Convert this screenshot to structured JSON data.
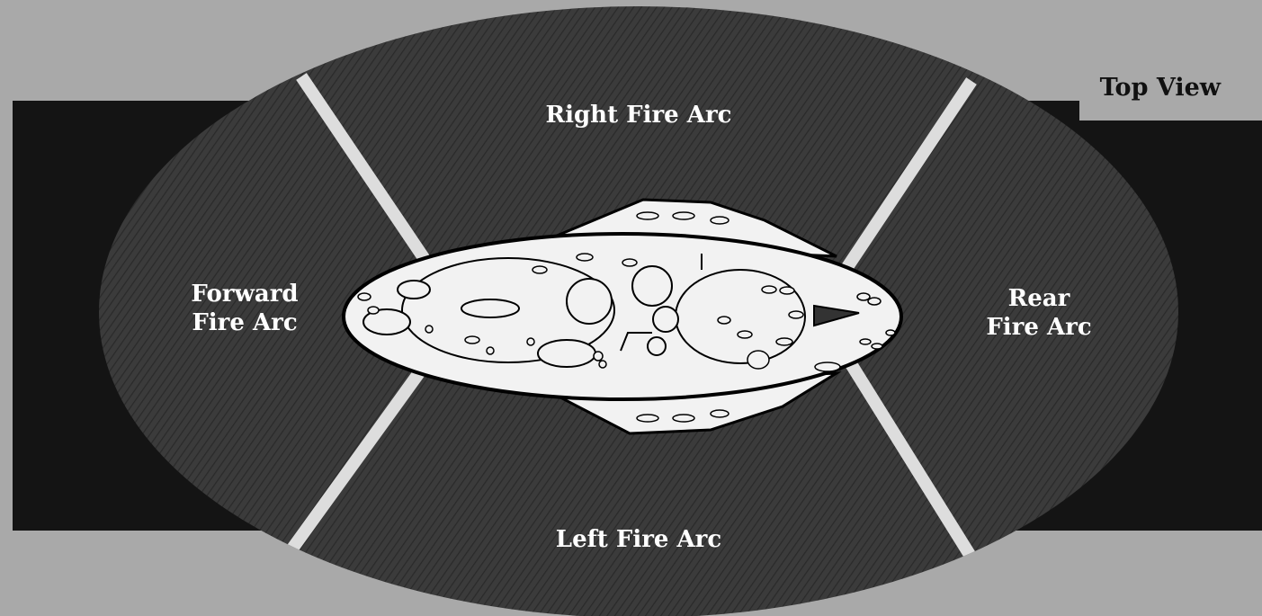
{
  "view_label": "Top View",
  "arcs": {
    "forward": {
      "line1": "Forward",
      "line2": "Fire Arc"
    },
    "rear": {
      "line1": "Rear",
      "line2": "Fire Arc"
    },
    "right": "Right Fire Arc",
    "left": "Left Fire Arc"
  },
  "colors": {
    "page_background": "#a9a9a9",
    "dark_band": "#141414",
    "ellipse_fill": "#3b3b3b",
    "divider_lines": "#dddddd",
    "ship_fill": "#f2f2f2",
    "ship_outline": "#000000"
  }
}
